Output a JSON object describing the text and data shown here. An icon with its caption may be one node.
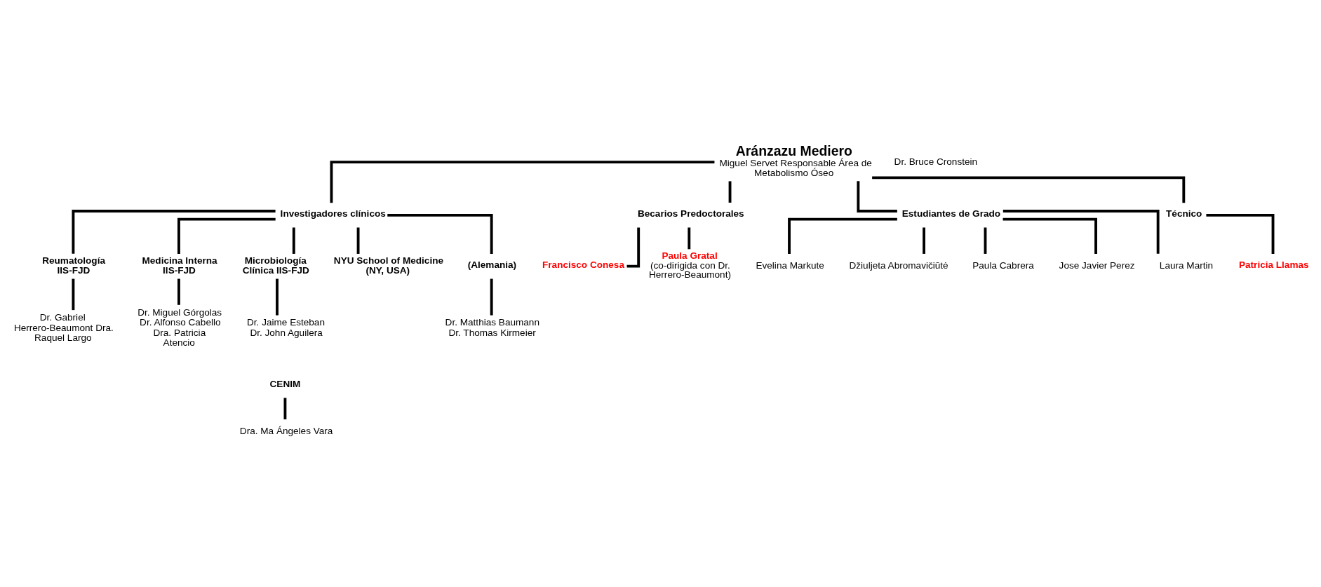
{
  "diagram": {
    "nodes": [
      {
        "text": [
          "Aránzazu Mediero",
          "Miguel Servet Responsable Área de Metabolismo Óseo"
        ]
      },
      {
        "text": [
          "Investigadores clínicos"
        ]
      },
      {
        "text": [
          "Becarios Predoctorales"
        ]
      },
      {
        "text": [
          "Estudiantes de Grado"
        ]
      },
      {
        "text": [
          "Técnico"
        ]
      },
      {
        "text": [
          "Francisco Conesa"
        ]
      },
      {
        "text": [
          "Paula Gratal",
          "(co-dirigida con Dr. Herrero-Beaumont)"
        ]
      },
      {
        "text": [
          "Patricia Llamas"
        ]
      },
      {
        "text": [
          "Evelina Markute"
        ]
      },
      {
        "text": [
          "Džiuljeta Abromavičiūtė"
        ]
      },
      {
        "text": [
          "Paula Cabrera"
        ]
      },
      {
        "text": [
          "Jose Javier Perez"
        ]
      },
      {
        "text": [
          "Laura Martin"
        ]
      },
      {
        "text": [
          "Reumatología IIS-FJD"
        ]
      },
      {
        "text": [
          "Dr. Gabriel Herrero-Beaumont Dra. Raquel Largo"
        ]
      },
      {
        "text": [
          "Medicina Interna IIS-FJD"
        ]
      },
      {
        "text": [
          "Dr. Miguel Górgolas Dr. Alfonso Cabello Dra. Patricia Atencio"
        ]
      },
      {
        "text": [
          "Microbiología Clínica IIS-FJD"
        ]
      },
      {
        "text": [
          "Dr. Jaime Esteban Dr. John Aguilera"
        ]
      },
      {
        "text": [
          "CENIM"
        ]
      },
      {
        "text": [
          "Dra. Ma Ángeles Vara"
        ]
      },
      {
        "text": [
          "NYU School of Medicine (NY, USA)"
        ]
      },
      {
        "text": [
          "Dr. Bruce Cronstein"
        ]
      },
      {
        "text": [
          "(Alemania)"
        ]
      },
      {
        "text": [
          "Dr. Matthias Baumann Dr. Thomas Kirmeier"
        ]
      }
    ],
    "edges": [
      {
        "from": 0,
        "to": 1,
        "arrow": "none"
      },
      {
        "from": 0,
        "to": 2,
        "arrow": "none"
      },
      {
        "from": 0,
        "to": 3,
        "arrow": "none"
      },
      {
        "from": 0,
        "to": 4,
        "arrow": "none"
      },
      {
        "from": 2,
        "to": 5,
        "arrow": "none"
      },
      {
        "from": 2,
        "to": 6,
        "arrow": "none"
      },
      {
        "from": 4,
        "to": 7,
        "arrow": "none"
      },
      {
        "from": 3,
        "to": 8,
        "arrow": "none"
      },
      {
        "from": 3,
        "to": 9,
        "arrow": "none"
      },
      {
        "from": 3,
        "to": 10,
        "arrow": "none"
      },
      {
        "from": 3,
        "to": 11,
        "arrow": "none"
      },
      {
        "from": 3,
        "to": 12,
        "arrow": "none"
      },
      {
        "from": 1,
        "to": 13,
        "arrow": "none"
      },
      {
        "from": 1,
        "to": 15,
        "arrow": "none"
      },
      {
        "from": 1,
        "to": 17,
        "arrow": "none"
      },
      {
        "from": 1,
        "to": 21,
        "arrow": "none"
      },
      {
        "from": 1,
        "to": 23,
        "arrow": "none"
      },
      {
        "from": 13,
        "to": 14,
        "arrow": "none"
      },
      {
        "from": 15,
        "to": 16,
        "arrow": "none"
      },
      {
        "from": 17,
        "to": 18,
        "arrow": "none"
      },
      {
        "from": 19,
        "to": 20,
        "arrow": "none"
      },
      {
        "from": 23,
        "to": 24,
        "arrow": "none"
      }
    ]
  }
}
